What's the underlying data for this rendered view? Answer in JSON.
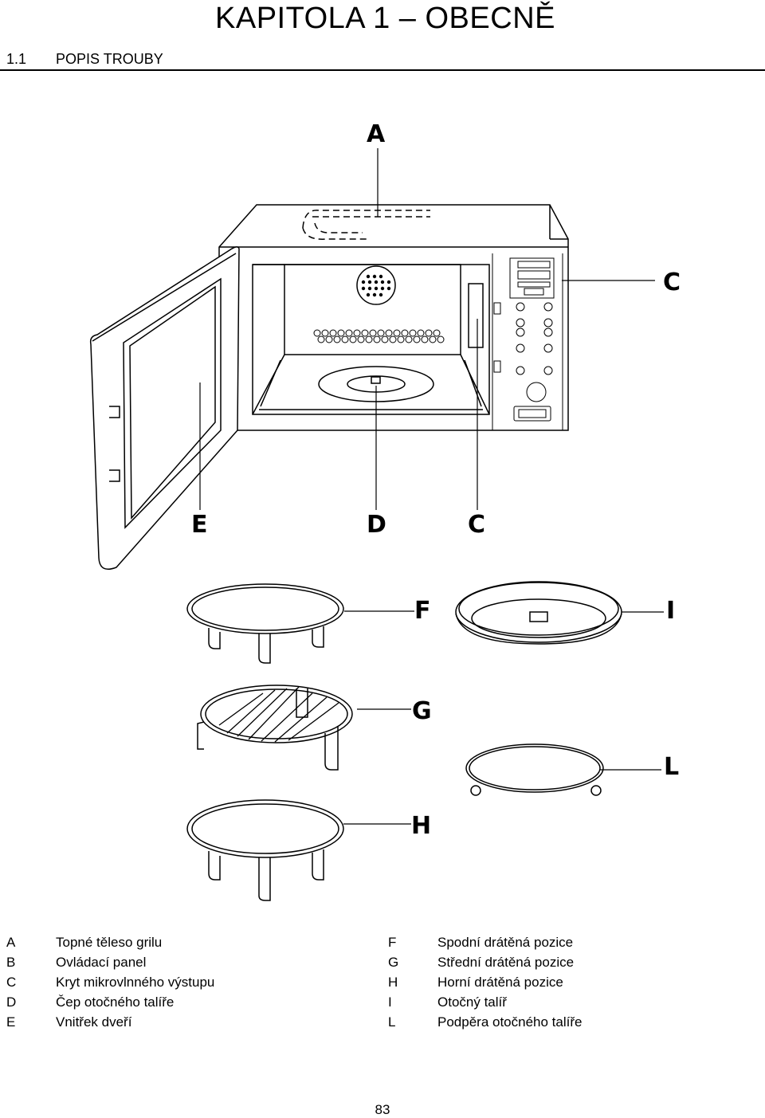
{
  "header": {
    "chapter_title": "KAPITOLA 1 – OBECNĚ",
    "section_number": "1.1",
    "section_title": "POPIS TROUBY"
  },
  "diagram": {
    "callouts": {
      "top": "A",
      "panel": "C",
      "door": "E",
      "spindle": "D",
      "cover": "C",
      "rack_low": "F",
      "plate": "I",
      "rack_mid": "G",
      "ring": "L",
      "rack_high": "H"
    }
  },
  "legend": {
    "left": [
      {
        "key": "A",
        "label": "Topné těleso grilu"
      },
      {
        "key": "B",
        "label": "Ovládací panel"
      },
      {
        "key": "C",
        "label": "Kryt mikrovlnného výstupu"
      },
      {
        "key": "D",
        "label": "Čep otočného talíře"
      },
      {
        "key": "E",
        "label": "Vnitřek dveří"
      }
    ],
    "right": [
      {
        "key": "F",
        "label": "Spodní drátěná pozice"
      },
      {
        "key": "G",
        "label": "Střední drátěná pozice"
      },
      {
        "key": "H",
        "label": "Horní drátěná pozice"
      },
      {
        "key": "I",
        "label": "Otočný talíř"
      },
      {
        "key": "L",
        "label": "Podpěra otočného talíře"
      }
    ]
  },
  "footer": {
    "page_number": "83"
  }
}
